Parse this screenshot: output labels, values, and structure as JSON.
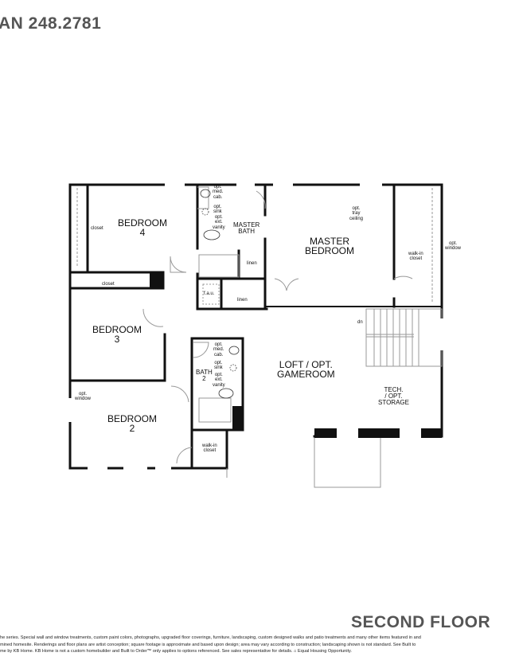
{
  "header": {
    "plan_code": "AN 248.2781"
  },
  "floor_title": "SECOND FLOOR",
  "rooms": {
    "bedroom4": {
      "line1": "BEDROOM",
      "line2": "4"
    },
    "master_bath": {
      "line1": "MASTER",
      "line2": "BATH"
    },
    "master_bedroom": {
      "line1": "MASTER",
      "line2": "BEDROOM"
    },
    "bedroom3": {
      "line1": "BEDROOM",
      "line2": "3"
    },
    "bath2": {
      "line1": "BATH",
      "line2": "2"
    },
    "loft": {
      "line1": "LOFT / OPT.",
      "line2": "GAMEROOM"
    },
    "tech": {
      "line1": "TECH.",
      "line2": "/ OPT.",
      "line3": "STORAGE"
    },
    "bedroom2": {
      "line1": "BEDROOM",
      "line2": "2"
    }
  },
  "annotations": {
    "closet_b4": "closet",
    "closet_hall": "closet",
    "master_opt_med_cab": [
      "opt.",
      "med.",
      "cab."
    ],
    "master_opt_sink": [
      "opt.",
      "sink"
    ],
    "master_opt_ext_vanity": [
      "opt.",
      "ext.",
      "vanity"
    ],
    "master_linen": "linen",
    "fau": "f.a.u.",
    "hall_linen": "linen",
    "opt_tray_ceiling": [
      "opt.",
      "tray",
      "ceiling"
    ],
    "walk_in_closet_master": [
      "walk-in",
      "closet"
    ],
    "opt_window_master": [
      "opt.",
      "window"
    ],
    "dn": "dn",
    "bath2_opt_med_cab": [
      "opt.",
      "med.",
      "cab."
    ],
    "bath2_opt_sink": [
      "opt.",
      "sink"
    ],
    "bath2_opt_ext_vanity": [
      "opt.",
      "ext.",
      "vanity"
    ],
    "opt_window_b2": [
      "opt.",
      "window"
    ],
    "walk_in_closet_b2": [
      "walk-in",
      "closet"
    ]
  },
  "disclaimer": {
    "line1": "he series. Special wall and window treatments, custom paint colors, photographs, upgraded floor coverings, furniture, landscaping, custom designed walks and patio treatments and many other items featured in and",
    "line2": "mined homesite. Renderings and floor plans are artist conception; square footage is approximate and based upon design; area may vary according to construction; landscaping shown is not standard. See Built to",
    "line3": "me by KB Home. KB Home is not a custom homebuilder and Built to Order™ only applies to options referenced. See sales representative for details. ⌂  Equal Housing Opportunity."
  }
}
